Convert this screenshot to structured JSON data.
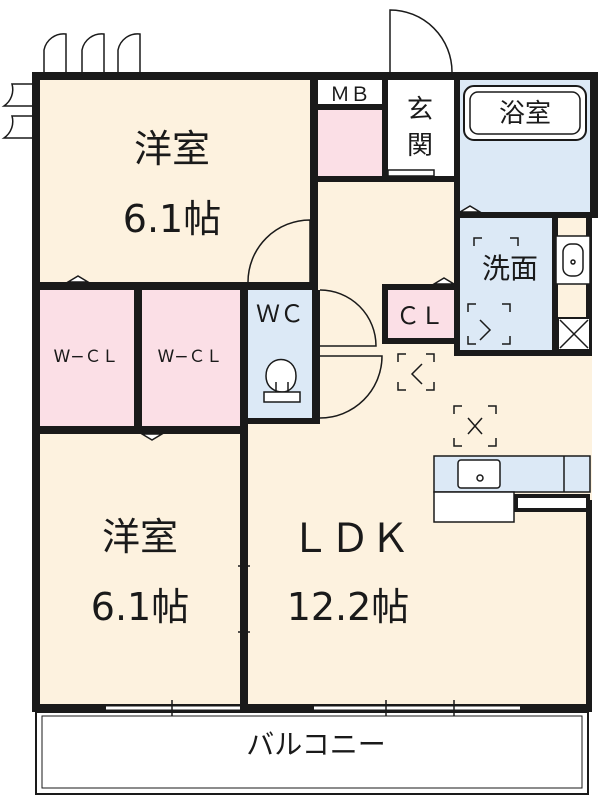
{
  "colors": {
    "wall": "#1a1a1a",
    "floor": "#fdf2df",
    "closet": "#fbdfe6",
    "wet": "#dce9f6",
    "balcony": "#ffffff"
  },
  "icons": [
    "door-swing-icon",
    "toilet-icon",
    "bathtub-icon",
    "washbasin-icon",
    "kitchen-sink-icon",
    "smoke-detector-icon",
    "washer-icon"
  ],
  "rooms": {
    "western_room_top": {
      "name": "洋室",
      "size": "6.1帖"
    },
    "western_room_bottom": {
      "name": "洋室",
      "size": "6.1帖"
    },
    "ldk": {
      "name": "ＬＤＫ",
      "size": "12.2帖"
    },
    "walk_in_closet_1": {
      "name": "W−ＣＬ"
    },
    "walk_in_closet_2": {
      "name": "W−ＣＬ"
    },
    "toilet": {
      "name": "ＷＣ"
    },
    "closet": {
      "name": "ＣＬ"
    },
    "washroom": {
      "name": "洗面"
    },
    "bathroom": {
      "name": "浴室"
    },
    "entrance": {
      "name_top": "玄",
      "name_bottom": "関"
    },
    "meter_box": {
      "name": "ＭＢ"
    },
    "balcony": {
      "name": "バルコニー"
    }
  }
}
